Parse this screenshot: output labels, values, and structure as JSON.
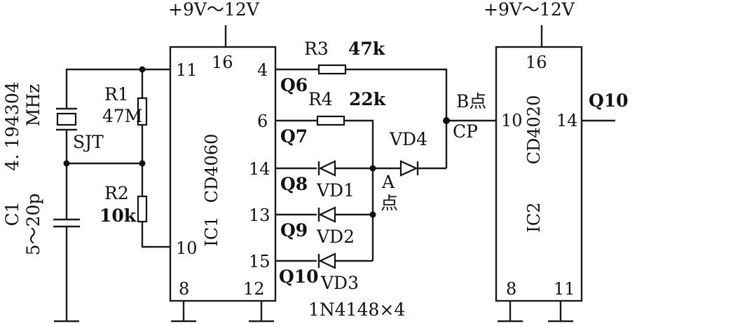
{
  "supply": {
    "ic1": "+9V～12V",
    "ic2": "+9V～12V"
  },
  "ic1": {
    "name": "CD4060",
    "ref": "IC1",
    "pins": {
      "p16": "16",
      "p11": "11",
      "p10": "10",
      "p8": "8",
      "p12": "12",
      "p4": "4",
      "p6": "6",
      "p14": "14",
      "p13": "13",
      "p15": "15"
    },
    "outputs": {
      "q6": "Q6",
      "q7": "Q7",
      "q8": "Q8",
      "q9": "Q9",
      "q10": "Q10"
    }
  },
  "ic2": {
    "name": "CD4020",
    "ref": "IC2",
    "pins": {
      "p16": "16",
      "p10": "10",
      "p14": "14",
      "p8": "8",
      "p11": "11"
    },
    "output": "Q10"
  },
  "components": {
    "r1": {
      "ref": "R1",
      "value": "47M"
    },
    "r2": {
      "ref": "R2",
      "value": "10k"
    },
    "r3": {
      "ref": "R3",
      "value": "47k"
    },
    "r4": {
      "ref": "R4",
      "value": "22k"
    },
    "c1": {
      "ref": "C1",
      "value": "5～20p"
    },
    "crystal": {
      "ref": "SJT",
      "freq": "4. 194304",
      "unit": "MHz"
    },
    "vd1": "VD1",
    "vd2": "VD2",
    "vd3": "VD3",
    "vd4": "VD4",
    "diodes_note": "1N4148×4"
  },
  "nodes": {
    "a": "A",
    "a_suffix": "点",
    "b": "B点",
    "cp": "CP"
  }
}
